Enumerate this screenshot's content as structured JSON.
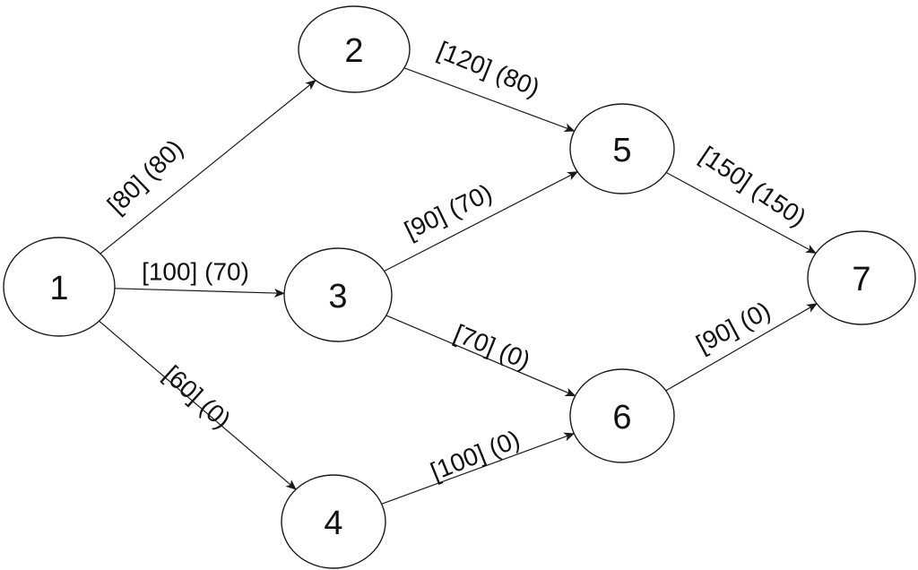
{
  "graph": {
    "nodes": [
      {
        "id": "1",
        "label": "1"
      },
      {
        "id": "2",
        "label": "2"
      },
      {
        "id": "3",
        "label": "3"
      },
      {
        "id": "4",
        "label": "4"
      },
      {
        "id": "5",
        "label": "5"
      },
      {
        "id": "6",
        "label": "6"
      },
      {
        "id": "7",
        "label": "7"
      }
    ],
    "edges": [
      {
        "from": "1",
        "to": "2",
        "label": "[80] (80)"
      },
      {
        "from": "1",
        "to": "3",
        "label": "[100] (70)"
      },
      {
        "from": "1",
        "to": "4",
        "label": "[60] (0)"
      },
      {
        "from": "2",
        "to": "5",
        "label": "[120] (80)"
      },
      {
        "from": "3",
        "to": "5",
        "label": "[90] (70)"
      },
      {
        "from": "3",
        "to": "6",
        "label": "[70] (0)"
      },
      {
        "from": "4",
        "to": "6",
        "label": "[100] (0)"
      },
      {
        "from": "5",
        "to": "7",
        "label": "[150] (150)"
      },
      {
        "from": "6",
        "to": "7",
        "label": "[90] (0)"
      }
    ],
    "colors": {
      "stroke": "#1a1a1a",
      "fill": "#ffffff",
      "text": "#111111"
    }
  }
}
